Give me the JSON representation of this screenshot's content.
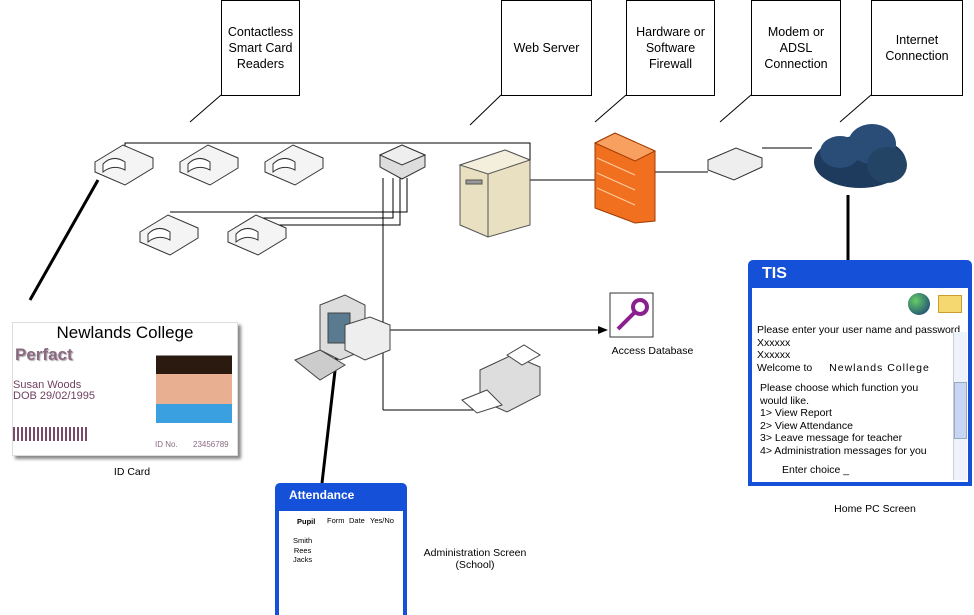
{
  "callouts": {
    "readers": "Contactless\nSmart Card\nReaders",
    "web_server": "Web Server",
    "firewall": "Hardware or\nSoftware\nFirewall",
    "modem": "Modem or\nADSL\nConnection",
    "internet": "Internet\nConnection"
  },
  "labels": {
    "access_db": "Access Database",
    "id_card": "ID Card",
    "admin_screen": "Administration Screen\n(School)",
    "home_pc": "Home PC Screen"
  },
  "id_card": {
    "college": "Newlands College",
    "role": "Perfact",
    "name": "Susan Woods",
    "dob": "DOB 29/02/1995",
    "id_label": "ID No.",
    "id_number": "23456789"
  },
  "tis": {
    "title": "TIS",
    "prompt": "Please enter your user name and password",
    "username": "Xxxxxx",
    "password": "Xxxxxx",
    "welcome": "Welcome to",
    "college": "Newlands College",
    "choose": "Please choose which function you would like.",
    "options": [
      "1> View Report",
      "2> View Attendance",
      "3> Leave message for teacher",
      "4> Administration messages for you"
    ],
    "enter": "Enter choice _"
  },
  "attendance": {
    "title": "Attendance",
    "headers": [
      "Pupil",
      "Form",
      "Date",
      "Yes/No"
    ],
    "pupils": [
      "Smith",
      "Rees",
      "Jacks"
    ]
  },
  "colors": {
    "window_blue": "#1550d8",
    "firewall": "#f07020",
    "cloud": "#1e3a5c"
  }
}
